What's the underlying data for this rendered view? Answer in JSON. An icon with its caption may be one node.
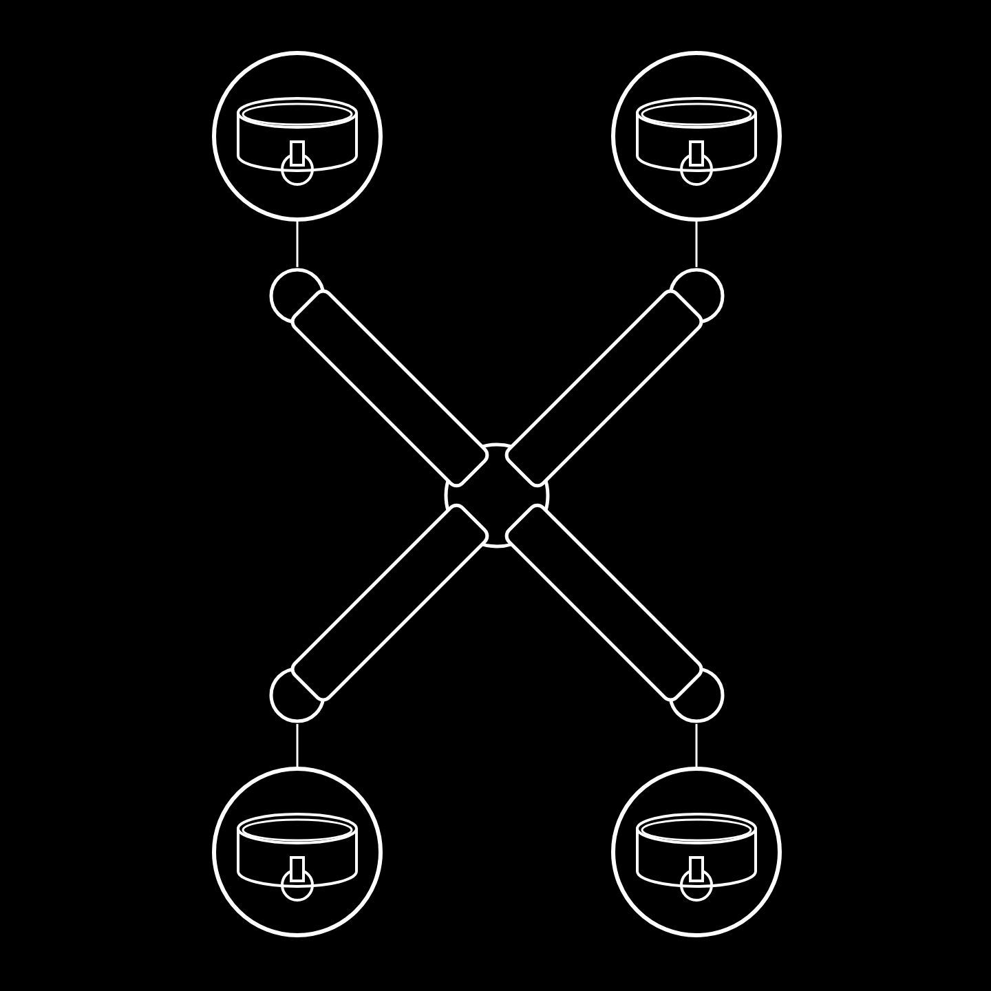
{
  "diagram": {
    "nodes": [
      {
        "text": [],
        "shape": "circle"
      },
      {
        "text": [],
        "shape": "circle"
      },
      {
        "text": [],
        "shape": "picture"
      },
      {
        "text": [],
        "shape": "circle"
      },
      {
        "text": [],
        "shape": "circle"
      }
    ],
    "edges": [
      {
        "from": 0,
        "to": 2,
        "arrow": "none"
      },
      {
        "from": 1,
        "to": 2,
        "arrow": "none"
      },
      {
        "from": 2,
        "to": 3,
        "arrow": "none"
      },
      {
        "from": 2,
        "to": 4,
        "arrow": "none"
      }
    ]
  }
}
